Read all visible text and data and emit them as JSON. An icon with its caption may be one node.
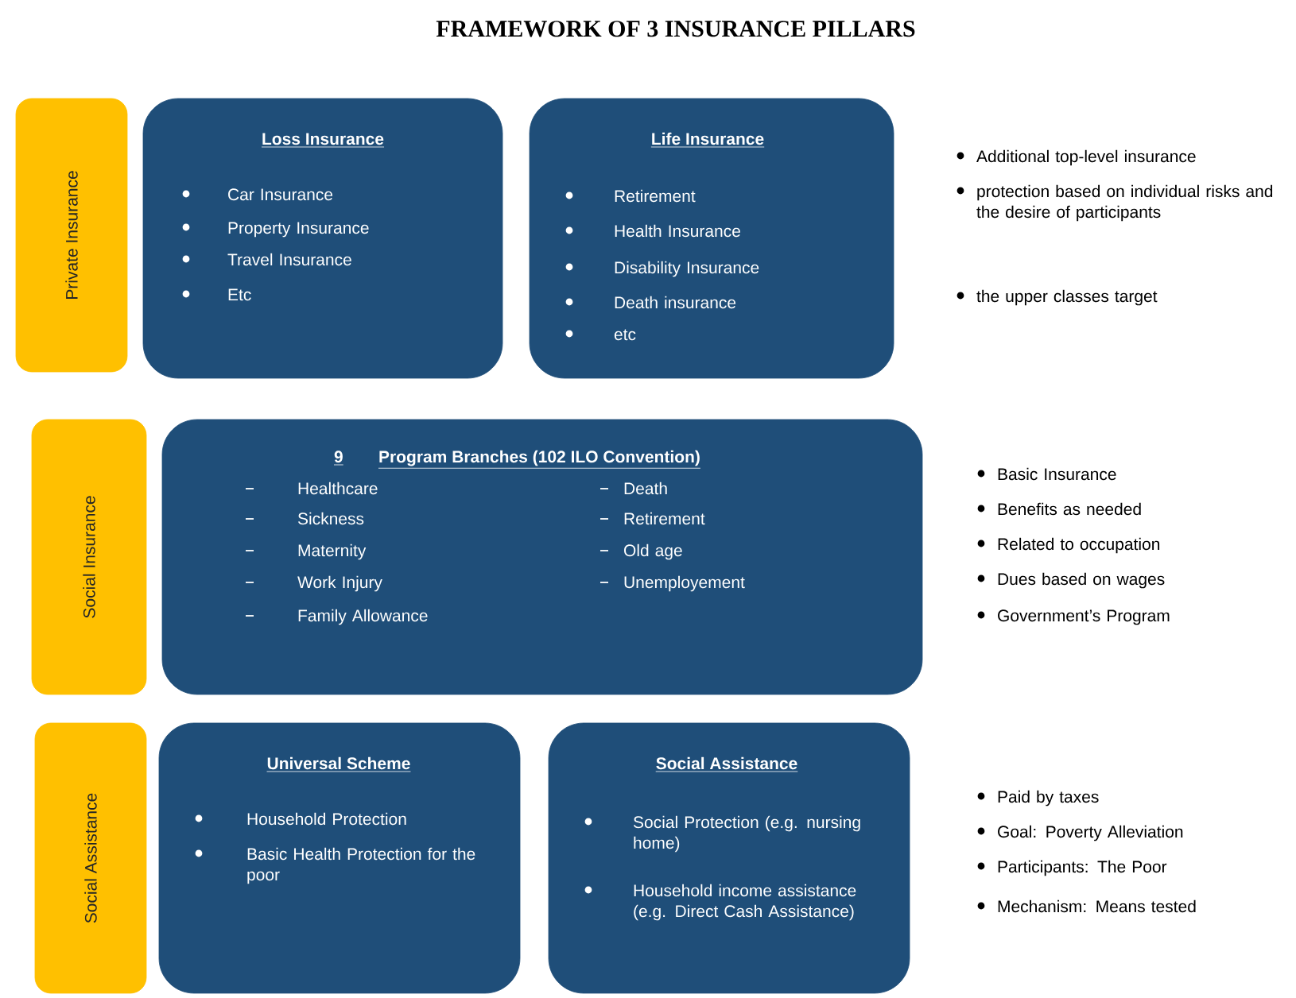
{
  "diagram": {
    "title": "FRAMEWORK OF 3 INSURANCE PILLARS",
    "nodes": [
      {
        "text": [
          "Private Insurance"
        ]
      },
      {
        "text": [
          "Loss Insurance",
          "Car Insurance",
          "Property Insurance",
          "Travel Insurance",
          "Etc"
        ]
      },
      {
        "text": [
          "Life Insurance",
          "Retirement",
          "Health Insurance",
          "Disability Insurance",
          "Death insurance",
          "etc"
        ]
      },
      {
        "text": [
          "Social Insurance"
        ]
      },
      {
        "text": [
          "9",
          "Program Branches (102 ILO Convention)",
          "Healthcare",
          "Sickness",
          "Maternity",
          "Work Injury",
          "Family Allowance",
          "Death",
          "Retirement",
          "Old age",
          "Unemployement"
        ]
      },
      {
        "text": [
          "Social Assistance"
        ]
      },
      {
        "text": [
          "Universal Scheme",
          "Household Protection",
          "Basic Health Protection for the poor"
        ]
      },
      {
        "text": [
          "Social Assistance",
          "Social Protection (e.g. nursing home)",
          "Household income assistance (e.g. Direct Cash Assistance)"
        ]
      }
    ],
    "labels": [
      "Additional top-level insurance",
      "protection based on individual risks and the desire of participants",
      "the upper classes target",
      "Basic Insurance",
      "Benefits as needed",
      "Related to occupation",
      "Dues based on wages",
      "Government’s Program",
      "Paid by taxes",
      "Goal: Poverty Alleviation",
      "Participants: The Poor",
      "Mechanism: Means tested"
    ]
  }
}
